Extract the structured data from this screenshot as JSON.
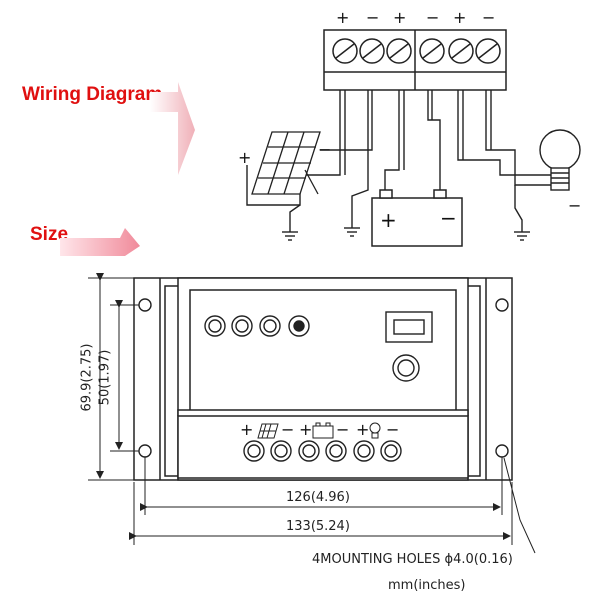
{
  "labels": {
    "wiring": "Wiring Diagram",
    "size": "Size"
  },
  "terminal_signs": [
    "+",
    "−",
    "+",
    "−",
    "+",
    "−"
  ],
  "panel_signs": {
    "plus": "+",
    "minus": "−"
  },
  "battery_signs": {
    "plus": "+",
    "minus": "−"
  },
  "lamp_sign": "−",
  "front_panel_signs": [
    "+",
    "−",
    "+",
    "−",
    "+",
    "−"
  ],
  "dimensions": {
    "height_outer": "69.9(2.75)",
    "height_inner": "50(1.97)",
    "width_inner": "126(4.96)",
    "width_outer": "133(5.24)",
    "holes_note": "4MOUNTING HOLES ϕ4.0(0.16)",
    "units": "mm(inches)"
  },
  "colors": {
    "accent": "#e01010",
    "line": "#222222"
  }
}
